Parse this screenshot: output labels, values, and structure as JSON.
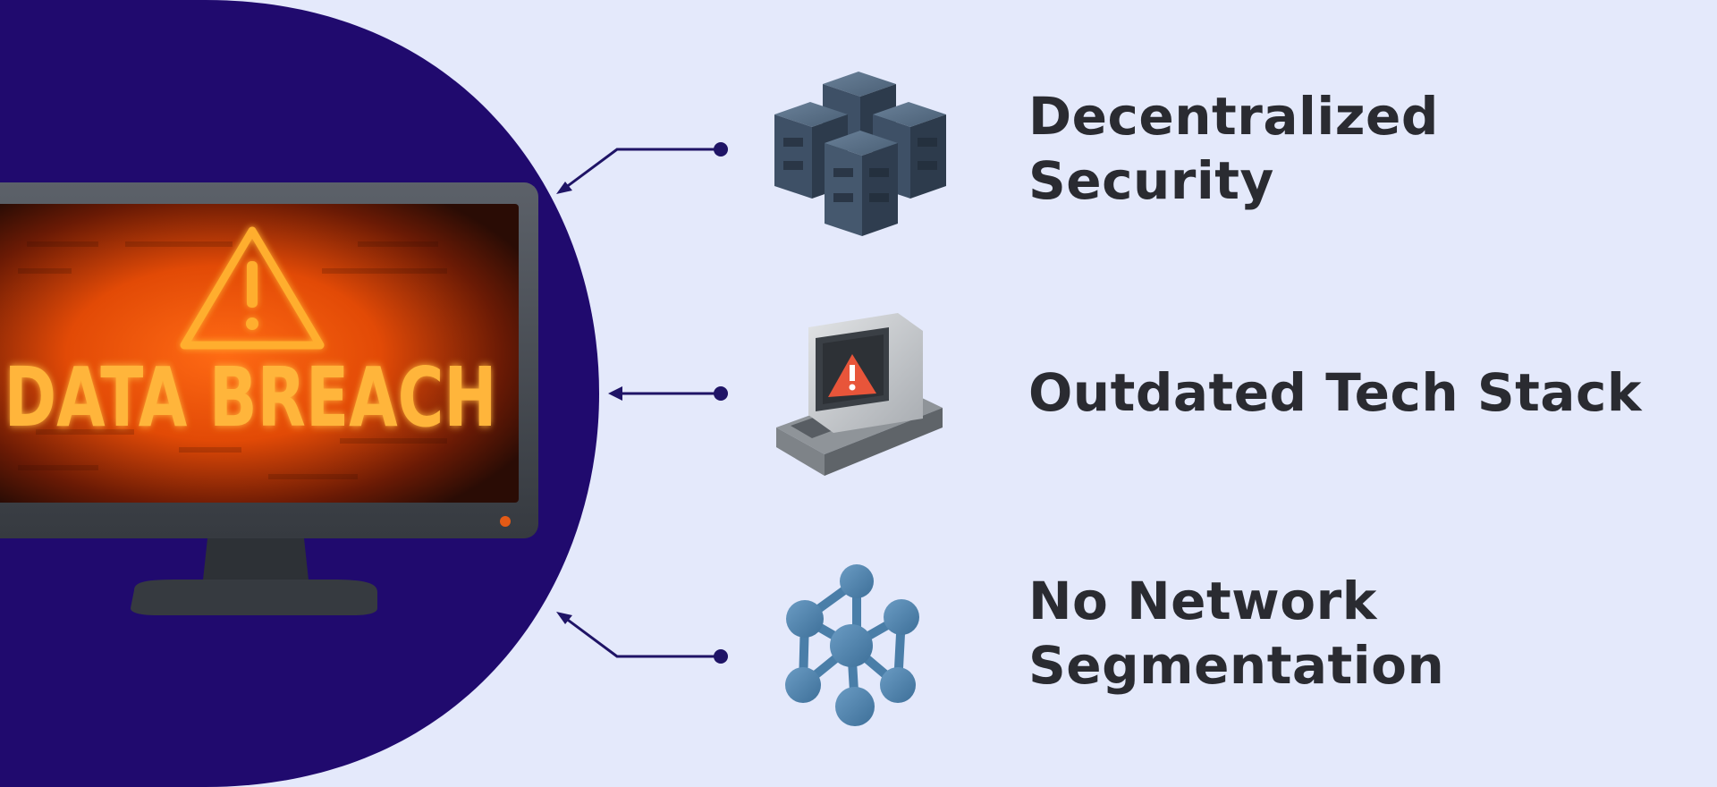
{
  "monitor": {
    "screen_text": "DATA BREACH",
    "glow_color": "#f0540a",
    "text_color": "#ffb53a",
    "icon": "warning-triangle-icon"
  },
  "background": {
    "panel_color": "#200a6e",
    "page_color": "#e4e9fb"
  },
  "causes": [
    {
      "icon": "server-cluster-icon",
      "line1": "Decentralized",
      "line2": "Security"
    },
    {
      "icon": "old-computer-warning-icon",
      "line1": "Outdated Tech Stack",
      "line2": ""
    },
    {
      "icon": "network-nodes-icon",
      "line1": "No Network",
      "line2": "Segmentation"
    }
  ],
  "connector_color": "#1f1466"
}
